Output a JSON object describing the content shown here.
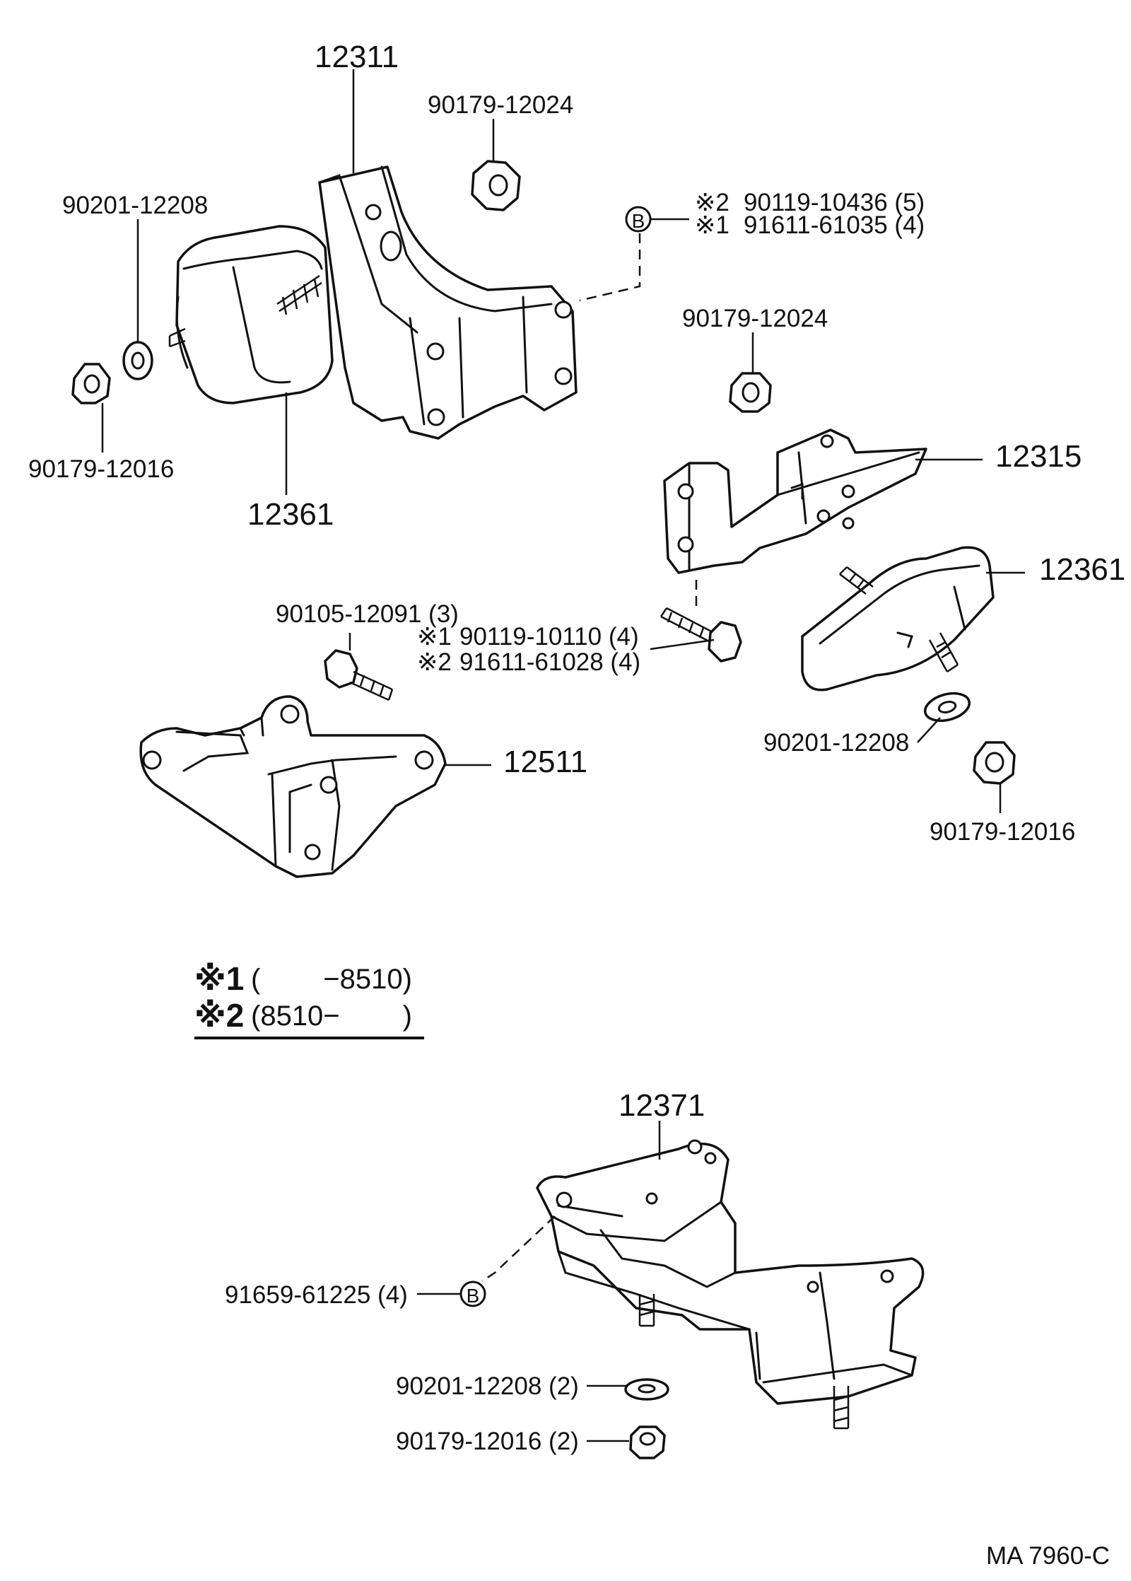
{
  "callouts": {
    "bracket_12311": "12311",
    "nut_top": "90179-12024",
    "washer_left": "90201-12208",
    "nut_left": "90179-12016",
    "insulator_left": "12361",
    "bolt_b_2": "90119-10436 (5)",
    "bolt_b_1": "91611-61035 (4)",
    "nut_right": "90179-12024",
    "bracket_12315": "12315",
    "insulator_right": "12361",
    "bolt_3": "90105-12091 (3)",
    "bolt_m1": "90119-10110 (4)",
    "bolt_m2": "91611-61028 (4)",
    "bracket_12511": "12511",
    "washer_right": "90201-12208",
    "nut_right_low": "90179-12016",
    "mount_12371": "12371",
    "bolt_bottom": "91659-61225 (4)",
    "washer_bottom": "90201-12208 (2)",
    "nut_bottom": "90179-12016 (2)"
  },
  "markers": {
    "b_circle": "B",
    "note_1": "※1",
    "note_2": "※2"
  },
  "legend": {
    "mark1": "※1",
    "range1": "(        −8510)",
    "mark2": "※2",
    "range2": "(8510−        )"
  },
  "figure_id": "MA 7960-C"
}
